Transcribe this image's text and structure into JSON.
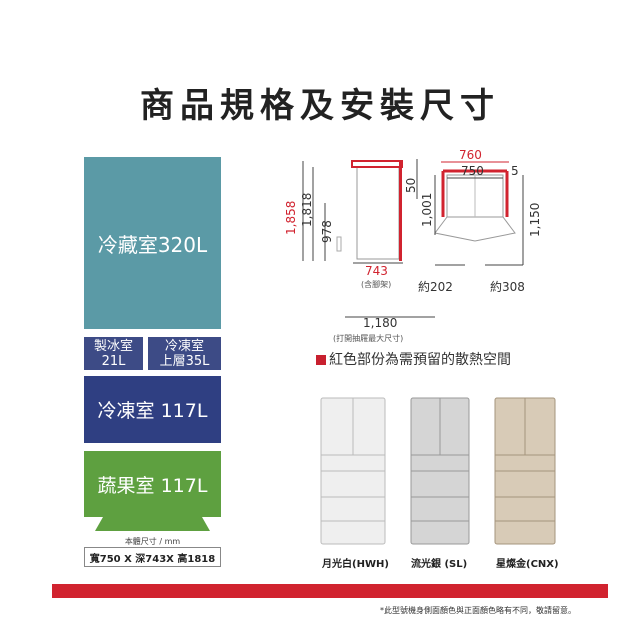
{
  "title": "商品規格及安裝尺寸",
  "compartments": {
    "fridge": "冷藏室320L",
    "ice_name": "製冰室",
    "ice_cap": "21L",
    "upper_name": "冷凍室",
    "upper_cap": "上層35L",
    "freezer": "冷凍室 117L",
    "veg": "蔬果室 117L"
  },
  "body_dims": {
    "label": "本體尺寸 / mm",
    "value": "寬750 X 深743X 高1818"
  },
  "diagram": {
    "h_total": "1,858",
    "h_body": "1,818",
    "h_door": "978",
    "top_gap": "50",
    "depth": "743",
    "depth_note": "(含腳架)",
    "open_depth": "1,180",
    "open_note": "(打開抽屜最大尺寸)",
    "w_total": "760",
    "w_body": "750",
    "side_gap": "5",
    "door_depth": "1,001",
    "full_depth": "1,150",
    "door_left": "約202",
    "door_right": "約308"
  },
  "legend": "紅色部份為需預留的散熱空間",
  "colors_variants": [
    {
      "name": "月光白(HWH)",
      "color": "#eeeeee"
    },
    {
      "name": "流光銀 (SL)",
      "color": "#d6d6d6"
    },
    {
      "name": "星燦金(CNX)",
      "color": "#d8cbb7"
    }
  ],
  "accent": "#d1232f",
  "footnote": "*此型號機身側面顏色與正面顏色略有不同，敬請留意。"
}
